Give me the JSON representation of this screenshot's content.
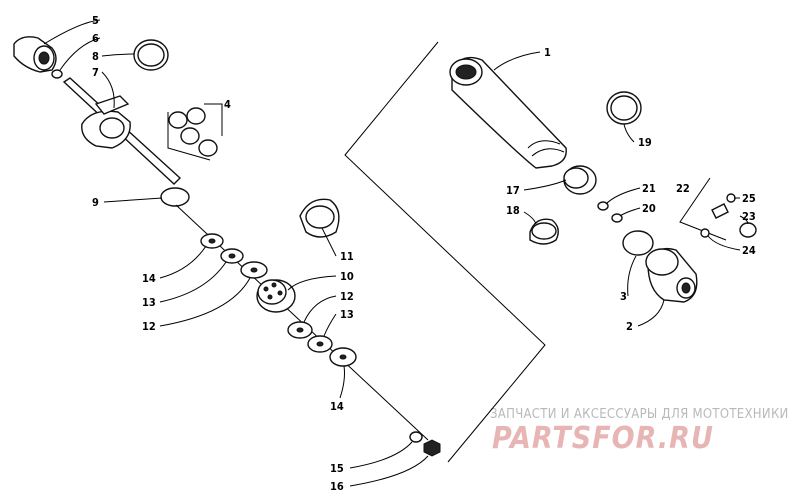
{
  "callouts": [
    {
      "id": "1",
      "text": "1"
    },
    {
      "id": "2",
      "text": "2"
    },
    {
      "id": "3",
      "text": "3"
    },
    {
      "id": "4",
      "text": "4"
    },
    {
      "id": "5",
      "text": "5"
    },
    {
      "id": "6",
      "text": "6"
    },
    {
      "id": "7",
      "text": "7"
    },
    {
      "id": "8",
      "text": "8"
    },
    {
      "id": "9",
      "text": "9"
    },
    {
      "id": "10",
      "text": "10"
    },
    {
      "id": "11",
      "text": "11"
    },
    {
      "id": "12a",
      "text": "12"
    },
    {
      "id": "12b",
      "text": "12"
    },
    {
      "id": "13a",
      "text": "13"
    },
    {
      "id": "13b",
      "text": "13"
    },
    {
      "id": "14a",
      "text": "14"
    },
    {
      "id": "14b",
      "text": "14"
    },
    {
      "id": "15",
      "text": "15"
    },
    {
      "id": "16",
      "text": "16"
    },
    {
      "id": "17",
      "text": "17"
    },
    {
      "id": "18",
      "text": "18"
    },
    {
      "id": "19",
      "text": "19"
    },
    {
      "id": "20",
      "text": "20"
    },
    {
      "id": "21",
      "text": "21"
    },
    {
      "id": "22",
      "text": "22"
    },
    {
      "id": "23",
      "text": "23"
    },
    {
      "id": "24",
      "text": "24"
    },
    {
      "id": "25",
      "text": "25"
    }
  ],
  "watermark": {
    "caption": "ЗАПЧАСТИ И АКСЕССУАРЫ ДЛЯ МОТОТЕХНИКИ",
    "logo": "PARTSFOR.RU"
  }
}
